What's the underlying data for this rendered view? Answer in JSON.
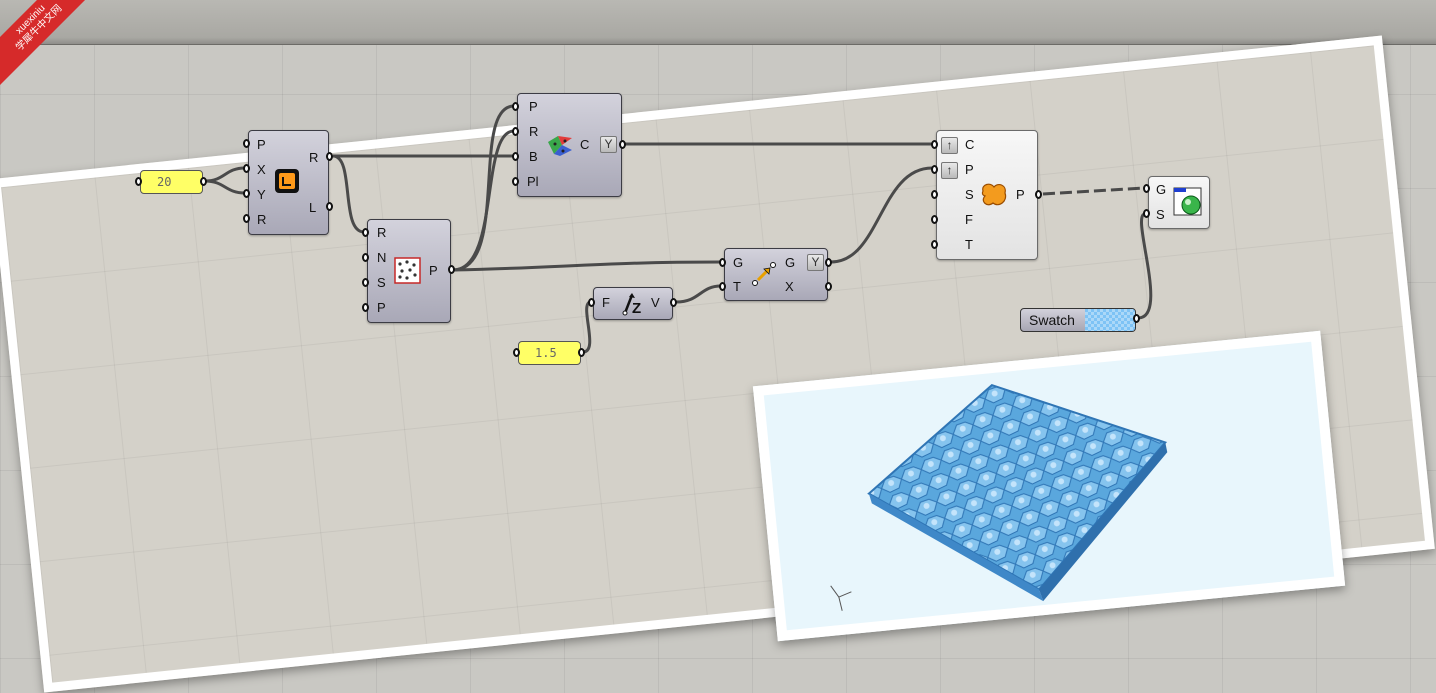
{
  "watermark": {
    "line1": "xuexiniu",
    "line2": "学犀牛中文网"
  },
  "components": {
    "rectangle": {
      "inputs": [
        "P",
        "X",
        "Y",
        "R"
      ],
      "outputs": [
        "R",
        "L"
      ]
    },
    "populate": {
      "inputs": [
        "R",
        "N",
        "S",
        "P"
      ],
      "outputs": [
        "P"
      ]
    },
    "voronoi": {
      "inputs": [
        "P",
        "R",
        "B",
        "Pl"
      ],
      "outputs": [
        "C"
      ]
    },
    "move": {
      "inputs": [
        "G",
        "T"
      ],
      "outputs": [
        "G",
        "X"
      ]
    },
    "unit_z": {
      "inputs": [
        "F"
      ],
      "outputs": [
        "V"
      ]
    },
    "patch": {
      "inputs": [
        "C",
        "P",
        "S",
        "F",
        "T"
      ],
      "outputs": [
        "P"
      ]
    },
    "preview": {
      "inputs": [
        "G",
        "S"
      ]
    }
  },
  "panels": {
    "count_value": "20",
    "factor_value": "1.5"
  },
  "swatch": {
    "label": "Swatch",
    "color": "#7ec3f5"
  },
  "colors": {
    "canvas": "#d4d1c9",
    "panel": "#ffff66",
    "surface": "#5aa7dd"
  }
}
